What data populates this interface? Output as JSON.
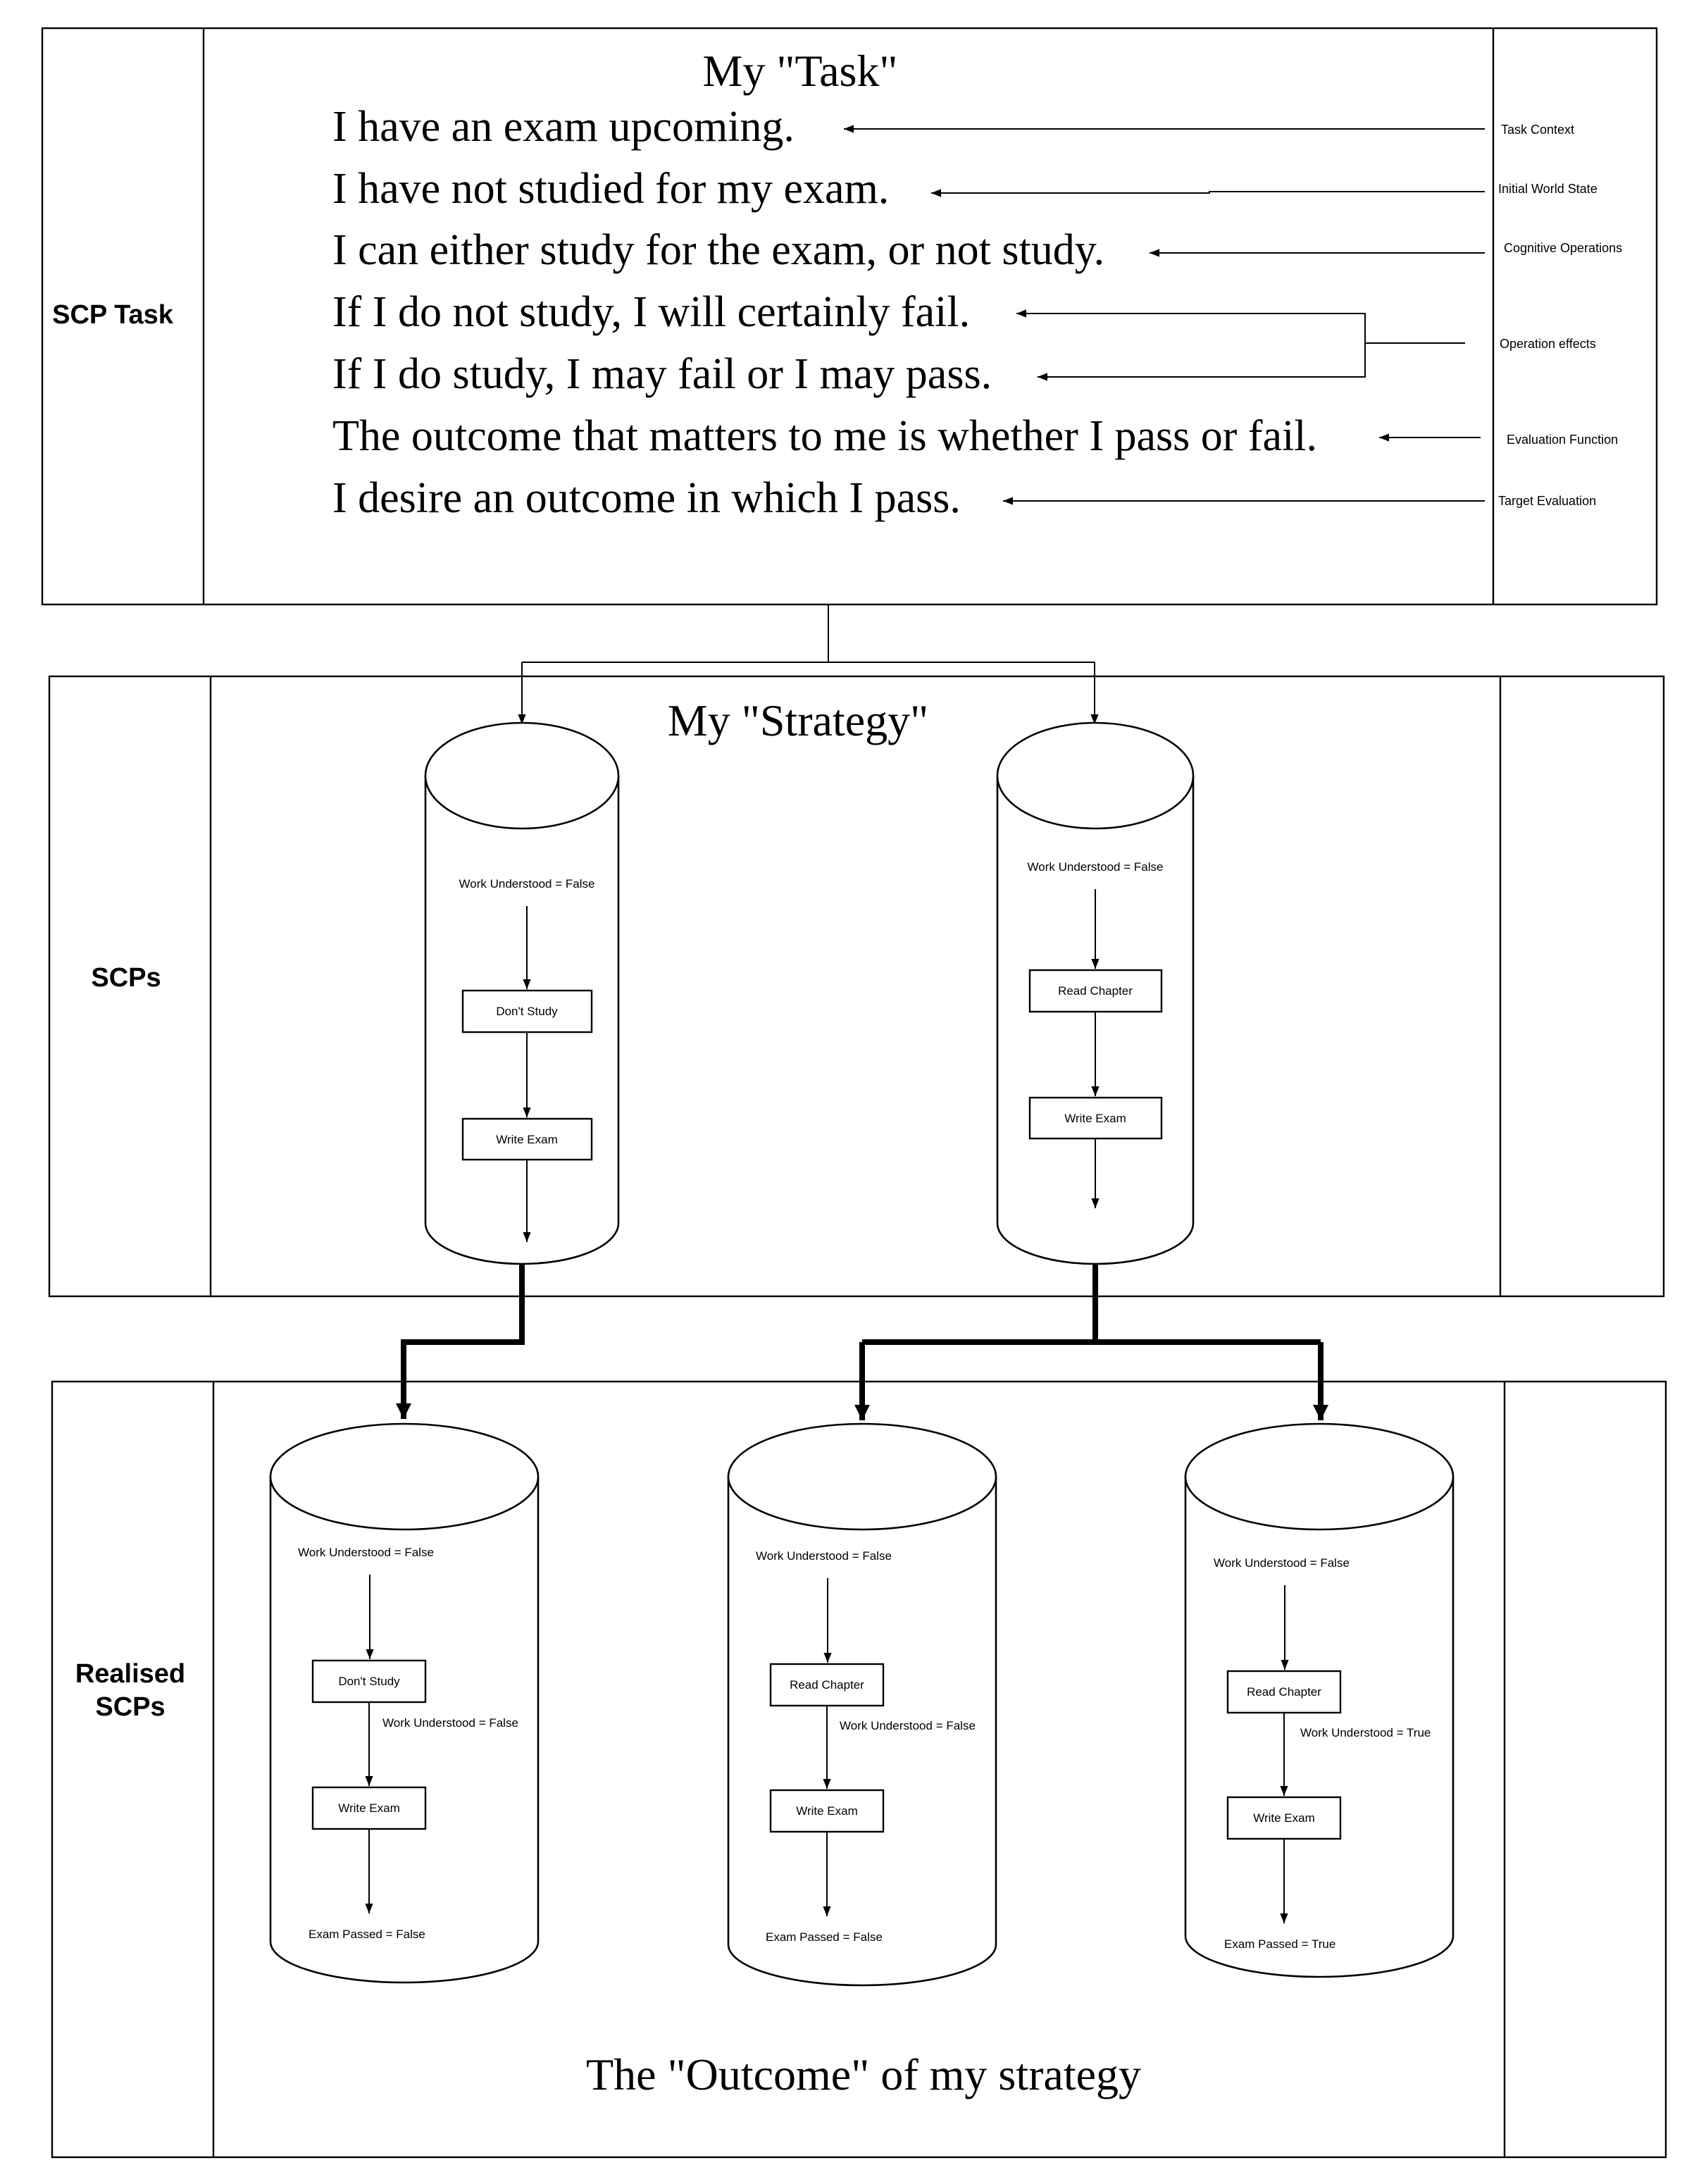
{
  "task": {
    "side_label": "SCP Task",
    "title": "My \"Task\"",
    "lines": [
      "I have an exam upcoming.",
      "I have not studied for my exam.",
      "I can either study for the exam, or not study.",
      "If I do not study, I will certainly fail.",
      "If I do study, I may fail or I may pass.",
      "The outcome that matters to me is whether I pass or fail.",
      "I desire an outcome in which I pass."
    ],
    "annotations": [
      "Task Context",
      "Initial World State",
      "Cognitive Operations",
      "Operation effects",
      "Evaluation Function",
      "Target Evaluation"
    ]
  },
  "strategy": {
    "side_label": "SCPs",
    "title": "My \"Strategy\"",
    "cylinders": [
      {
        "state": "Work Understood = False",
        "steps": [
          "Don't Study",
          "Write Exam"
        ]
      },
      {
        "state": "Work Understood = False",
        "steps": [
          "Read Chapter",
          "Write Exam"
        ]
      }
    ]
  },
  "outcome": {
    "side_label_line1": "Realised",
    "side_label_line2": "SCPs",
    "title": "The \"Outcome\" of my strategy",
    "cylinders": [
      {
        "state": "Work Understood = False",
        "steps": [
          "Don't Study",
          "Write Exam"
        ],
        "mid_state": "Work Understood = False",
        "result": "Exam Passed = False"
      },
      {
        "state": "Work Understood = False",
        "steps": [
          "Read Chapter",
          "Write Exam"
        ],
        "mid_state": "Work Understood = False",
        "result": "Exam Passed = False"
      },
      {
        "state": "Work Understood = False",
        "steps": [
          "Read Chapter",
          "Write Exam"
        ],
        "mid_state": "Work Understood = True",
        "result": "Exam Passed = True"
      }
    ]
  }
}
